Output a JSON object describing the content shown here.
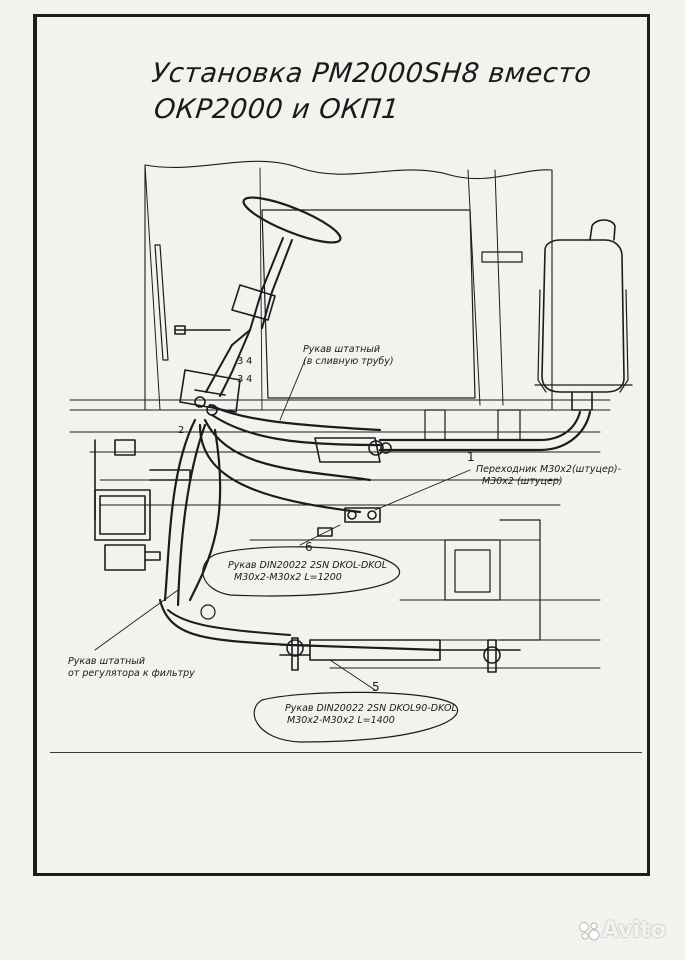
{
  "title": {
    "line1": "Установка PM2000SH8 вместо",
    "line2": "ОКР2000 и ОКП1"
  },
  "labels": {
    "hose_standard_drain": {
      "line1": "Рукав штатный",
      "line2": "(в сливную трубу)"
    },
    "adapter": {
      "number": "1",
      "line1": "Переходник М30х2(штуцер)-",
      "line2": "М30х2 (штуцер)"
    },
    "hose_1200": {
      "number": "6",
      "line1": "Рукав DIN20022 2SN DKOL-DKOL",
      "line2": "М30х2-М30х2 L=1200"
    },
    "hose_filter": {
      "line1": "Рукав штатный",
      "line2": "от регулятора к фильтру"
    },
    "hose_1400": {
      "number": "5",
      "line1": "Рукав DIN20022 2SN DKOL90-DKOL",
      "line2": "М30х2-М30х2 L=1400"
    },
    "small_marks": {
      "m1": "3",
      "m2": "4",
      "m3": "3",
      "m4": "4",
      "m5": "2"
    }
  },
  "watermark": {
    "icon": "avito-dots-icon",
    "text": "Avito"
  },
  "colors": {
    "ink": "#1a1a1a",
    "paper": "#f4f2ef"
  }
}
